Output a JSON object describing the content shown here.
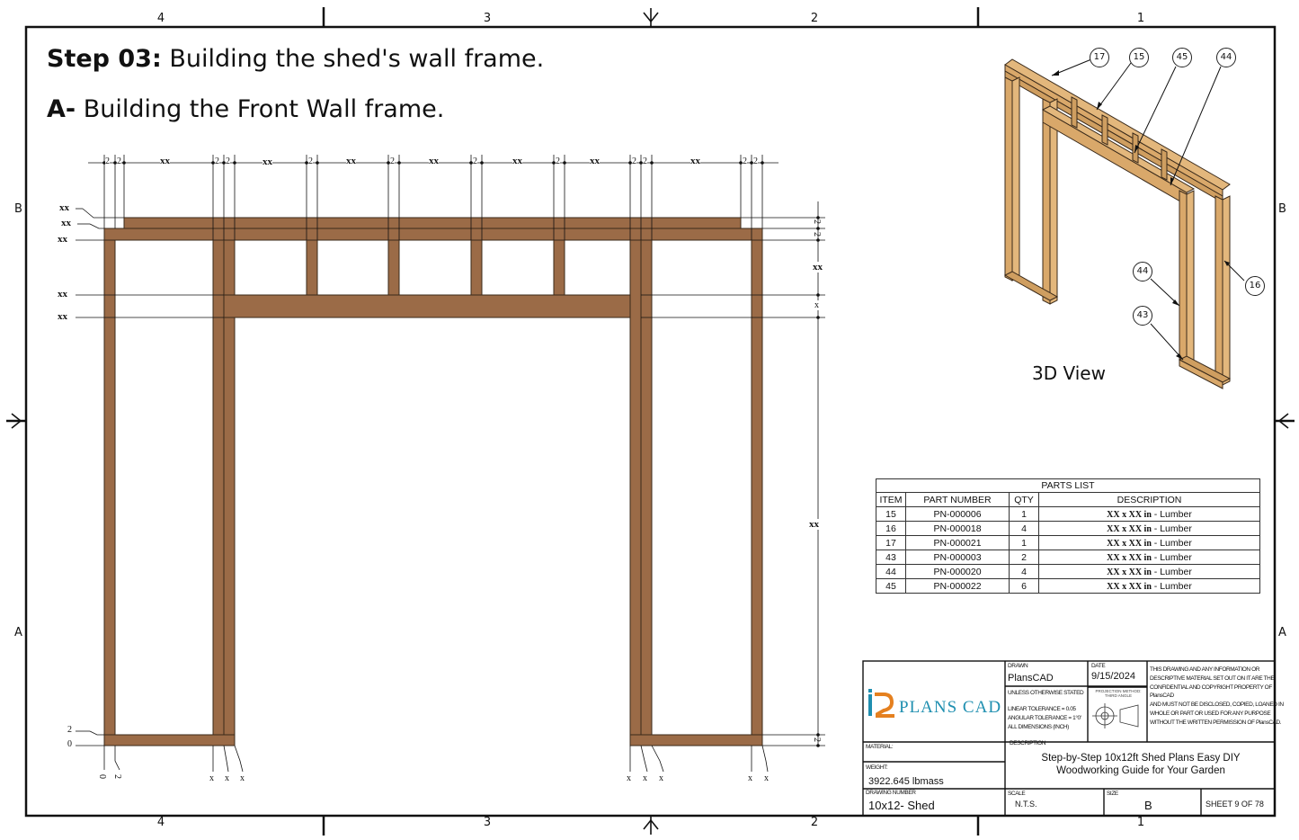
{
  "heading": {
    "step_label": "Step 03:",
    "step_text": " Building the shed's wall frame.",
    "sub_label": "A-",
    "sub_text": " Building the Front Wall frame."
  },
  "zones": {
    "top": [
      "4",
      "3",
      "2",
      "1"
    ],
    "bottom": [
      "4",
      "3",
      "2",
      "1"
    ],
    "left": [
      "B",
      "A"
    ],
    "right": [
      "B",
      "A"
    ]
  },
  "dimensions": {
    "top_row": [
      "2",
      "2",
      "xx",
      "2",
      "2",
      "xx",
      "2",
      "xx",
      "2",
      "xx",
      "2",
      "xx",
      "2",
      "xx",
      "2",
      "2",
      "xx",
      "2",
      "2"
    ],
    "left_col": [
      "xx",
      "xx",
      "xx",
      "xx",
      "xx",
      "2",
      "0"
    ],
    "right_col": [
      "2",
      "2",
      "xx",
      "x",
      "xx",
      "2"
    ],
    "bottom_left": [
      "0",
      "2"
    ],
    "bottom_mid": [
      "x",
      "x",
      "x"
    ],
    "bottom_right": [
      "x",
      "x",
      "x"
    ],
    "bottom_far_right": [
      "x",
      "x"
    ]
  },
  "view3d": {
    "label": "3D View",
    "balloons": [
      "17",
      "15",
      "45",
      "44",
      "44",
      "43",
      "16"
    ]
  },
  "parts_list": {
    "title": "PARTS LIST",
    "headers": [
      "ITEM",
      "PART NUMBER",
      "QTY",
      "DESCRIPTION"
    ],
    "rows": [
      {
        "item": "15",
        "part": "PN-000006",
        "qty": "1",
        "size": "XX x XX in",
        "desc": " - Lumber"
      },
      {
        "item": "16",
        "part": "PN-000018",
        "qty": "4",
        "size": "XX x XX in",
        "desc": " - Lumber"
      },
      {
        "item": "17",
        "part": "PN-000021",
        "qty": "1",
        "size": "XX x XX in",
        "desc": " - Lumber"
      },
      {
        "item": "43",
        "part": "PN-000003",
        "qty": "2",
        "size": "XX x XX in",
        "desc": " - Lumber"
      },
      {
        "item": "44",
        "part": "PN-000020",
        "qty": "4",
        "size": "XX x XX in",
        "desc": " - Lumber"
      },
      {
        "item": "45",
        "part": "PN-000022",
        "qty": "6",
        "size": "XX x XX in",
        "desc": " - Lumber"
      }
    ]
  },
  "title_block": {
    "logo_text": "PLANS CAD",
    "drawn_label": "DRAWN",
    "drawn_value": "PlansCAD",
    "date_label": "DATE",
    "date_value": "9/15/2024",
    "unless_label": "UNLESS OTHERWISE STATED",
    "tolerance_lines": [
      "LINEAR TOLERANCE = 0.05",
      "ANGULAR TOLERANCE = 1°0'",
      "ALL DIMENSIONS (INCH)"
    ],
    "projection_label": "PROJECTION METHOD: THIRD ANGLE",
    "notice_lines": [
      "THIS DRAWING AND ANY INFORMATION OR",
      "DESCRIPTIVE MATERIAL SET OUT ON IT ARE THE",
      "CONFIDENTIAL AND COPYRIGHT PROPERTY OF",
      "PlansCAD",
      "AND MUST NOT BE DISCLOSED, COPIED, LOANED IN",
      "WHOLE OR PART OR USED FOR ANY PURPOSE",
      "WITHOUT THE WRITTEN PERMISSION OF PlansCAD."
    ],
    "material_label": "MATERIAL:",
    "description_label": "DESCRIPTION",
    "description_lines": [
      "Step-by-Step 10x12ft Shed Plans Easy DIY",
      "Woodworking Guide for Your Garden"
    ],
    "weight_label": "WEIGHT:",
    "weight_value": "3922.645 lbmass",
    "drawing_number_label": "DRAWING NUMBER",
    "drawing_number_value": "10x12- Shed",
    "scale_label": "SCALE",
    "scale_value": "N.T.S.",
    "size_label": "SIZE",
    "size_value": "B",
    "sheet_value": "SHEET 9 OF 78"
  },
  "colors": {
    "lumber": "#9b6b47",
    "lumber_dark": "#3a2a1a",
    "wood3d": "#e3b77c",
    "logo_teal": "#1f8fb0",
    "logo_orange": "#e5801f"
  }
}
